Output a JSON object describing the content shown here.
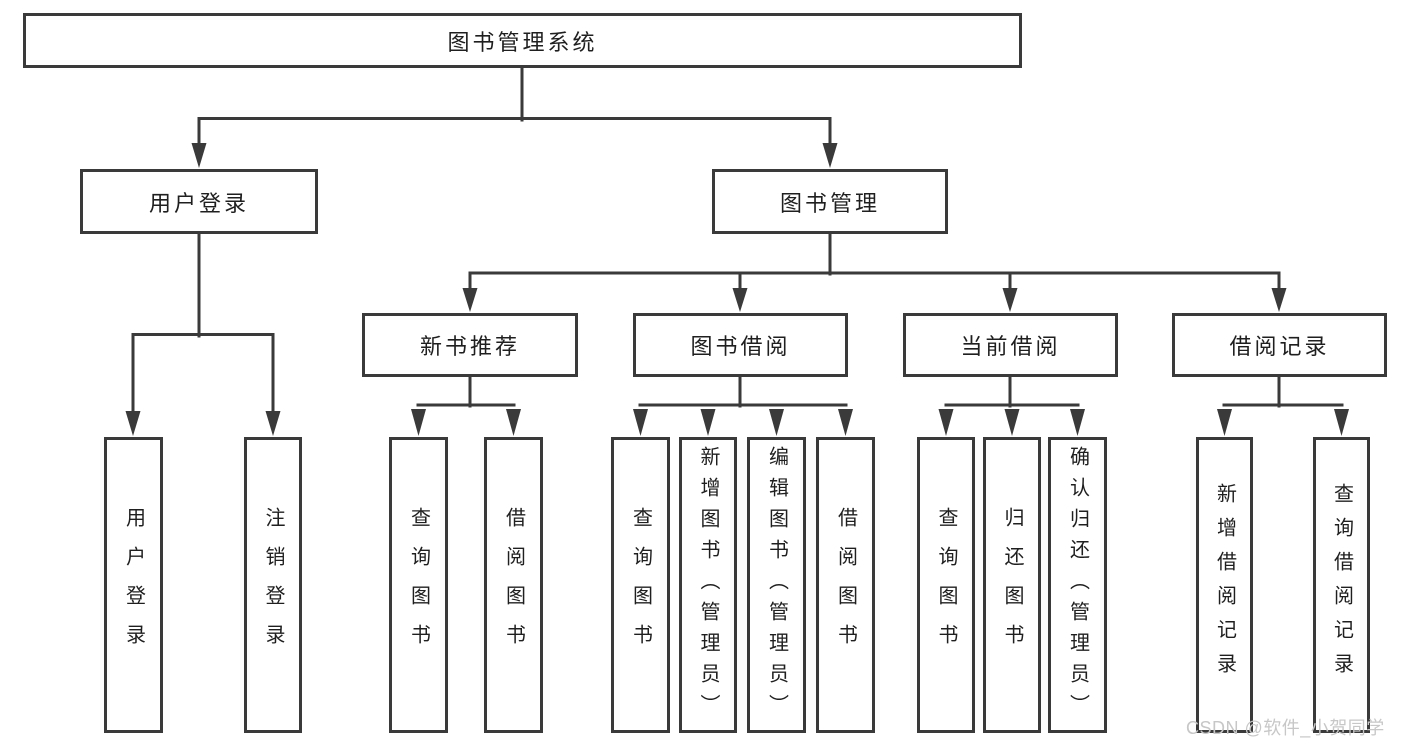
{
  "colors": {
    "line": "#3a3a3a",
    "text": "#1f1f1f",
    "watermark": "#c7c7c7",
    "background": "#ffffff"
  },
  "tree": {
    "label": "图书管理系统",
    "children": [
      {
        "label": "用户登录",
        "children": [
          {
            "label": "用户登录"
          },
          {
            "label": "注销登录"
          }
        ]
      },
      {
        "label": "图书管理",
        "children": [
          {
            "label": "新书推荐",
            "children": [
              {
                "label": "查询图书"
              },
              {
                "label": "借阅图书"
              }
            ]
          },
          {
            "label": "图书借阅",
            "children": [
              {
                "label": "查询图书"
              },
              {
                "label": "新增图书（管理员）"
              },
              {
                "label": "编辑图书（管理员）"
              },
              {
                "label": "借阅图书"
              }
            ]
          },
          {
            "label": "当前借阅",
            "children": [
              {
                "label": "查询图书"
              },
              {
                "label": "归还图书"
              },
              {
                "label": "确认归还（管理员）"
              }
            ]
          },
          {
            "label": "借阅记录",
            "children": [
              {
                "label": "新增借阅记录"
              },
              {
                "label": "查询借阅记录"
              }
            ]
          }
        ]
      }
    ]
  },
  "watermark": {
    "text": "CSDN @软件_小贺同学"
  }
}
